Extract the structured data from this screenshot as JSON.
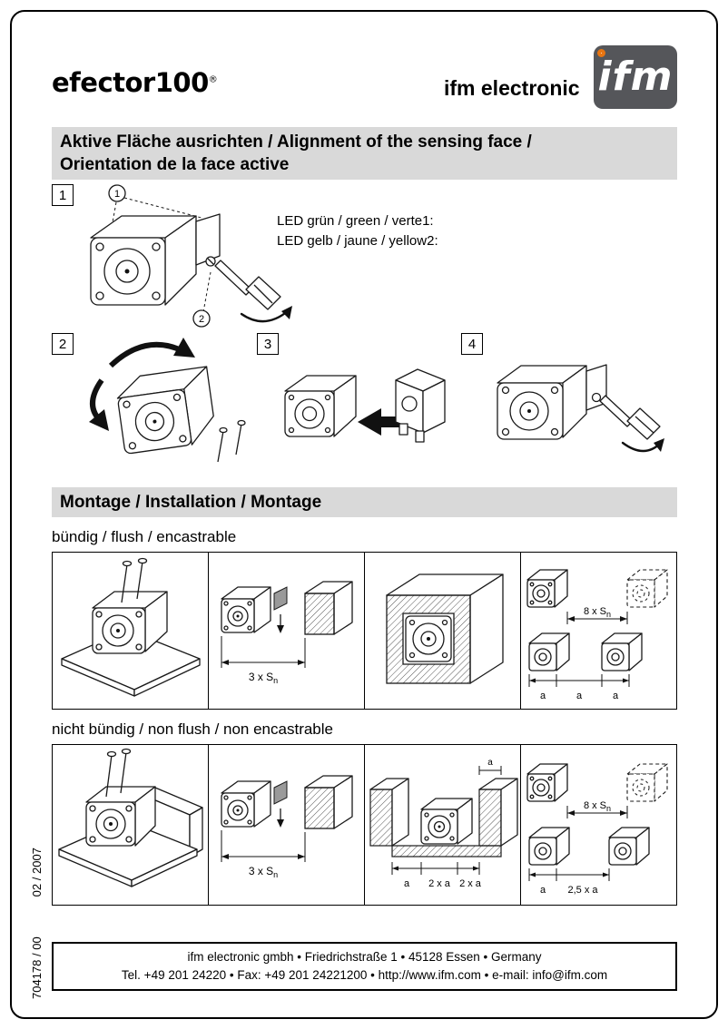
{
  "header": {
    "brand": "efector100",
    "brand_reg": "®",
    "company": "ifm electronic",
    "logo_text": "ifm"
  },
  "sections": {
    "alignment": {
      "title_line1": "Aktive Fläche ausrichten / Alignment of the sensing face /",
      "title_line2": "Orientation de la face active",
      "steps": [
        "1",
        "2",
        "3",
        "4"
      ],
      "callout1": "1",
      "callout2": "2",
      "led_green": "LED grün / green / verte1:",
      "led_yellow": "LED gelb / jaune / yellow2:"
    },
    "montage": {
      "title": "Montage / Installation / Montage",
      "flush_label": "bündig / flush / encastrable",
      "nonflush_label": "nicht bündig / non flush / non encastrable"
    }
  },
  "dims": {
    "three_sn": {
      "main": "3 x S",
      "sub": "n"
    },
    "eight_sn": {
      "main": "8 x S",
      "sub": "n"
    },
    "a": "a",
    "two_a": "2 x a",
    "two_five_a": "2,5 x a"
  },
  "sidebar": {
    "doc_no": "704178 / 00",
    "date": "02 / 2007"
  },
  "footer": {
    "line1": "ifm electronic gmbh • Friedrichstraße 1 • 45128 Essen • Germany",
    "line2": "Tel. +49 201 24220  •  Fax: +49 201 24221200  •  http://www.ifm.com  •  e-mail: info@ifm.com"
  }
}
